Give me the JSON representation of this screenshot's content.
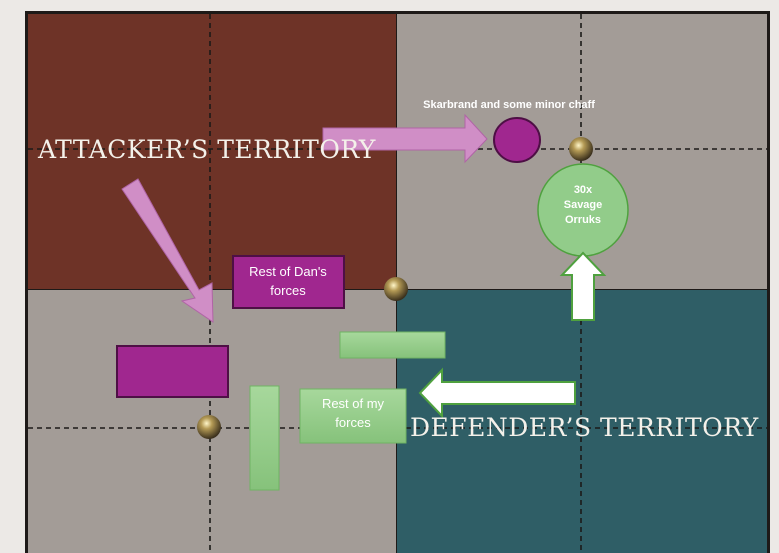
{
  "map": {
    "attacker_label": "ATTACKER’S TERRITORY",
    "defender_label": "DEFENDER’S TERRITORY",
    "colors": {
      "attacker": "#6e3327",
      "neutral": "#a39c97",
      "defender": "#2f5e66",
      "enemy": "#a0278f",
      "friendly": "#92cc8a",
      "arrow_enemy": "#d08ec6"
    }
  },
  "units": {
    "skarbrand_label": "Skarbrand and some minor chaff",
    "orruks_line1": "30x",
    "orruks_line2": "Savage",
    "orruks_line3": "Orruks",
    "dans_forces_line1": "Rest of Dan's",
    "dans_forces_line2": "forces",
    "my_forces_line1": "Rest of my",
    "my_forces_line2": "forces"
  }
}
